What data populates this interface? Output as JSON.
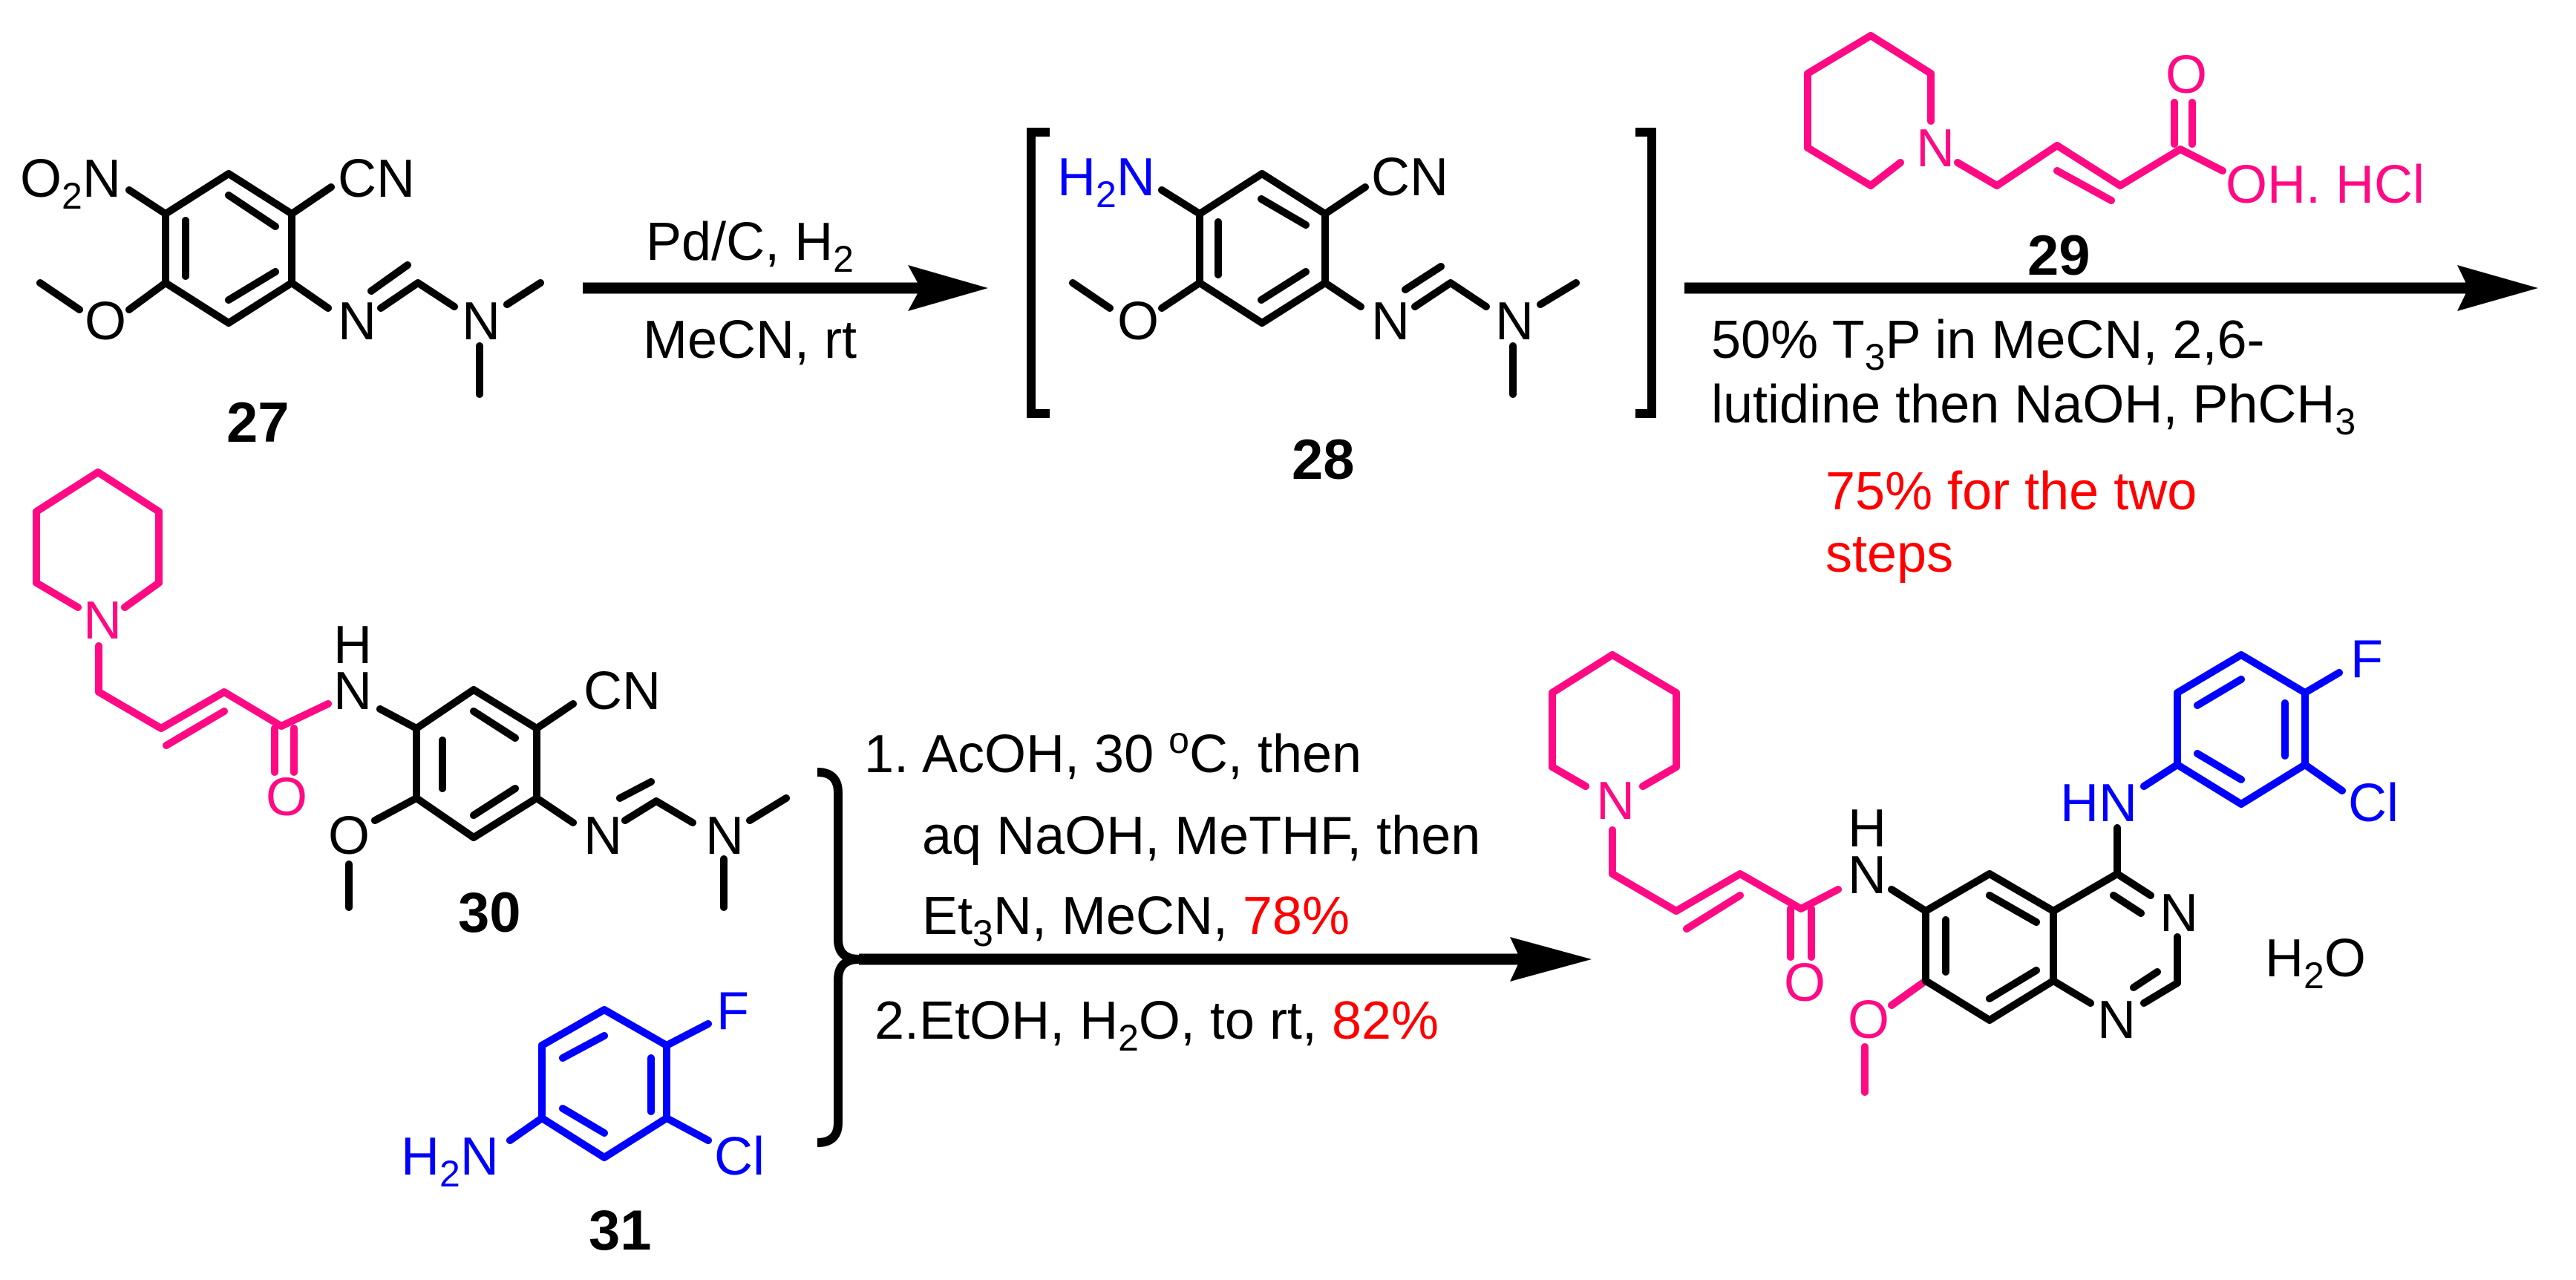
{
  "colors": {
    "reagent_fragment": "#ff0a84",
    "aniline_fragment": "#0000ff",
    "yield": "#ff0000",
    "default": "#000000"
  },
  "compounds": {
    "c27": {
      "label": "27",
      "o2n": [
        "O",
        "2",
        "N"
      ],
      "cn": "CN",
      "o": "O",
      "n1": "N",
      "n2": "N"
    },
    "c28": {
      "label": "28",
      "h2n": [
        "H",
        "2",
        "N"
      ],
      "cn": "CN",
      "o": "O",
      "n1": "N",
      "n2": "N"
    },
    "c29": {
      "label": "29",
      "n": "N",
      "o": "O",
      "oh": "OH",
      "salt": ". HCl"
    },
    "c30": {
      "label": "30",
      "n_pip": "N",
      "o_carbonyl": "O",
      "nh": [
        "H",
        "N"
      ],
      "cn": "CN",
      "o": "O",
      "n1": "N",
      "n2": "N"
    },
    "c31": {
      "label": "31",
      "h2n": [
        "H",
        "2",
        "N"
      ],
      "f": "F",
      "cl": "Cl"
    },
    "product": {
      "n_pip": "N",
      "o_carbonyl": "O",
      "nh": [
        "H",
        "N"
      ],
      "o": "O",
      "n3": "N",
      "n1": "N",
      "hn": "HN",
      "f": "F",
      "cl": "Cl",
      "hydrate": [
        "H",
        "2",
        "O"
      ]
    }
  },
  "step1": {
    "above": [
      "Pd/C, H",
      "2"
    ],
    "below": "MeCN, rt"
  },
  "step2": {
    "line1": [
      "50% T",
      "3",
      "P in MeCN, 2,6-"
    ],
    "line2": [
      "lutidine then NaOH, PhCH",
      "3"
    ],
    "yield": [
      "75% for the two",
      "steps"
    ]
  },
  "step3": {
    "line1": [
      "1.",
      "AcOH, 30 ",
      "o",
      "C, then"
    ],
    "line2": "aq NaOH, MeTHF, then",
    "line3": [
      "Et",
      "3",
      "N, MeCN, ",
      "78%"
    ],
    "line4": [
      "2.",
      "EtOH, H",
      "2",
      "O, to rt, ",
      "82%"
    ]
  }
}
